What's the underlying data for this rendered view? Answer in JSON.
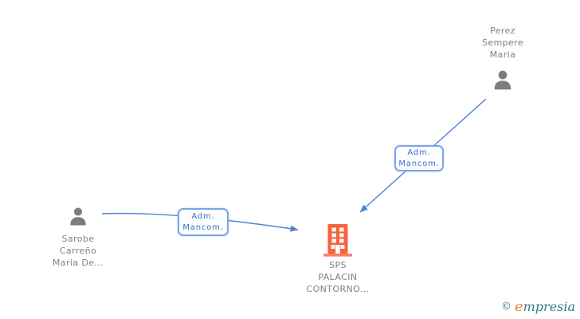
{
  "nodes": {
    "person_top": {
      "label": "Perez\nSempere\nMaria",
      "icon": "person-icon"
    },
    "person_left": {
      "label": "Sarobe\nCarreño\nMaria De...",
      "icon": "person-icon"
    },
    "company": {
      "label": "SPS\nPALACIN\nCONTORNO...",
      "icon": "building-icon"
    }
  },
  "edges": [
    {
      "label": "Adm.\nMancom.",
      "from": "person_left",
      "to": "company"
    },
    {
      "label": "Adm.\nMancom.",
      "from": "person_top",
      "to": "company"
    }
  ],
  "logo": {
    "copyright": "©",
    "brand_initial": "e",
    "brand_rest": "mpresia"
  },
  "colors": {
    "edge-blue": "#4e82d4",
    "box-border": "#78a7e8",
    "box-text": "#3b70c8",
    "text-gray": "#808080",
    "icon-gray": "#7d7d7d",
    "building-orange": "#f9623d",
    "logo-teal": "#33798e",
    "logo-orange": "#f08434"
  }
}
